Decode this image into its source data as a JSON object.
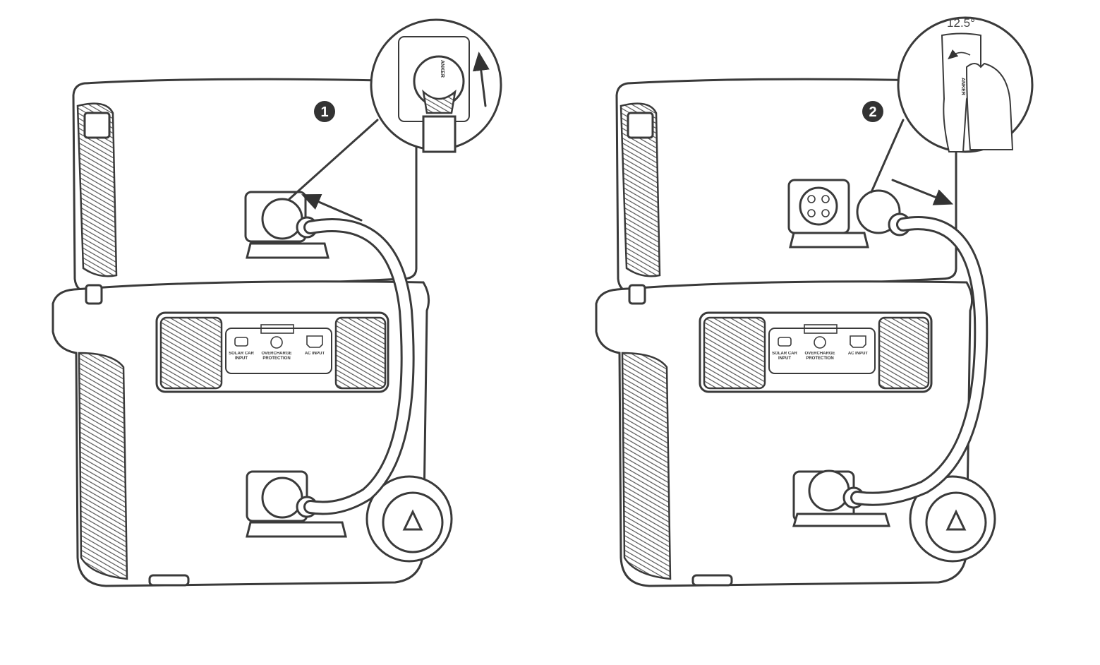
{
  "steps": [
    {
      "number": "1",
      "panel": {
        "solar": "SOLAR CAR INPUT",
        "overcharge": "OVERCHARGE PROTECTION",
        "ac": "AC INPUT"
      },
      "inset_brand": "ANKER"
    },
    {
      "number": "2",
      "panel": {
        "solar": "SOLAR CAR INPUT",
        "overcharge": "OVERCHARGE PROTECTION",
        "ac": "AC INPUT"
      },
      "inset_brand": "ANKER",
      "rotation_label": "12.5°"
    }
  ]
}
